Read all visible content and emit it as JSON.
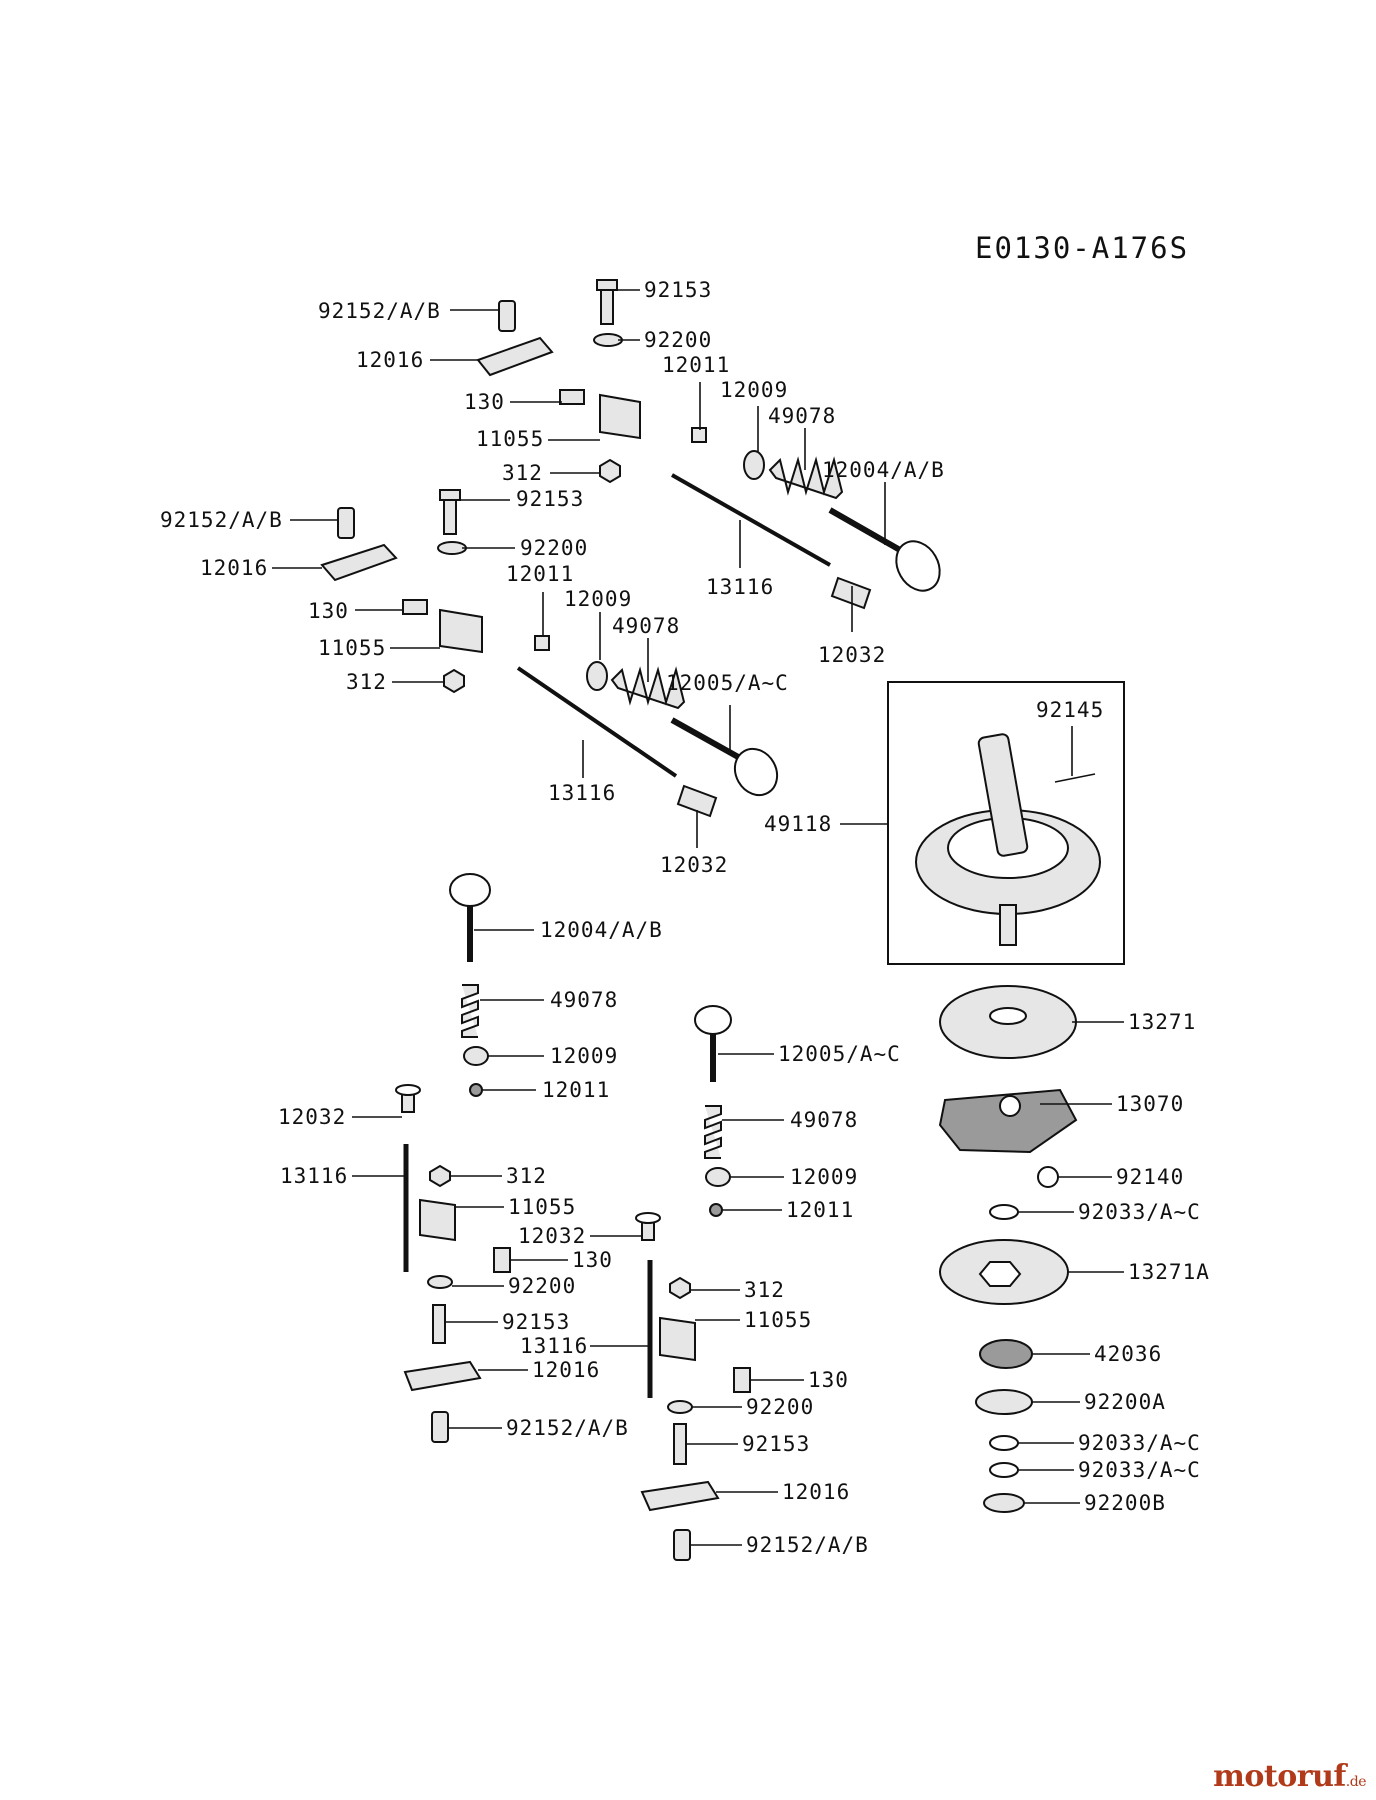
{
  "diagram_code": "E0130-A176S",
  "watermark": {
    "main": "motoruf",
    "tld": ".de"
  },
  "labels": {
    "l1": "92153",
    "l2": "92152/A/B",
    "l3": "92200",
    "l4": "12016",
    "l5": "12011",
    "l6": "12009",
    "l7": "130",
    "l8": "49078",
    "l9": "11055",
    "l10": "12004/A/B",
    "l11": "312",
    "l12": "92153",
    "l13": "92152/A/B",
    "l14": "92200",
    "l15": "12016",
    "l16": "12011",
    "l17": "13116",
    "l18": "12009",
    "l19": "130",
    "l20": "12032",
    "l21": "49078",
    "l22": "11055",
    "l23": "12005/A~C",
    "l24": "312",
    "l25": "92145",
    "l26": "13116",
    "l27": "49118",
    "l28": "12032",
    "l29": "12004/A/B",
    "l30": "49078",
    "l31": "13271",
    "l32": "12009",
    "l33": "12005/A~C",
    "l34": "12011",
    "l35": "13070",
    "l36": "12032",
    "l37": "49078",
    "l38": "13116",
    "l39": "312",
    "l40": "12009",
    "l41": "92140",
    "l42": "11055",
    "l43": "12011",
    "l44": "92033/A~C",
    "l45": "12032",
    "l46": "130",
    "l47": "92200",
    "l48": "13271A",
    "l49": "312",
    "l50": "92153",
    "l51": "11055",
    "l52": "13116",
    "l53": "12016",
    "l54": "42036",
    "l55": "130",
    "l56": "92200",
    "l57": "92200A",
    "l58": "92152/A/B",
    "l59": "92153",
    "l60": "92033/A~C",
    "l61": "92033/A~C",
    "l62": "12016",
    "l63": "92200B",
    "l64": "92152/A/B"
  }
}
